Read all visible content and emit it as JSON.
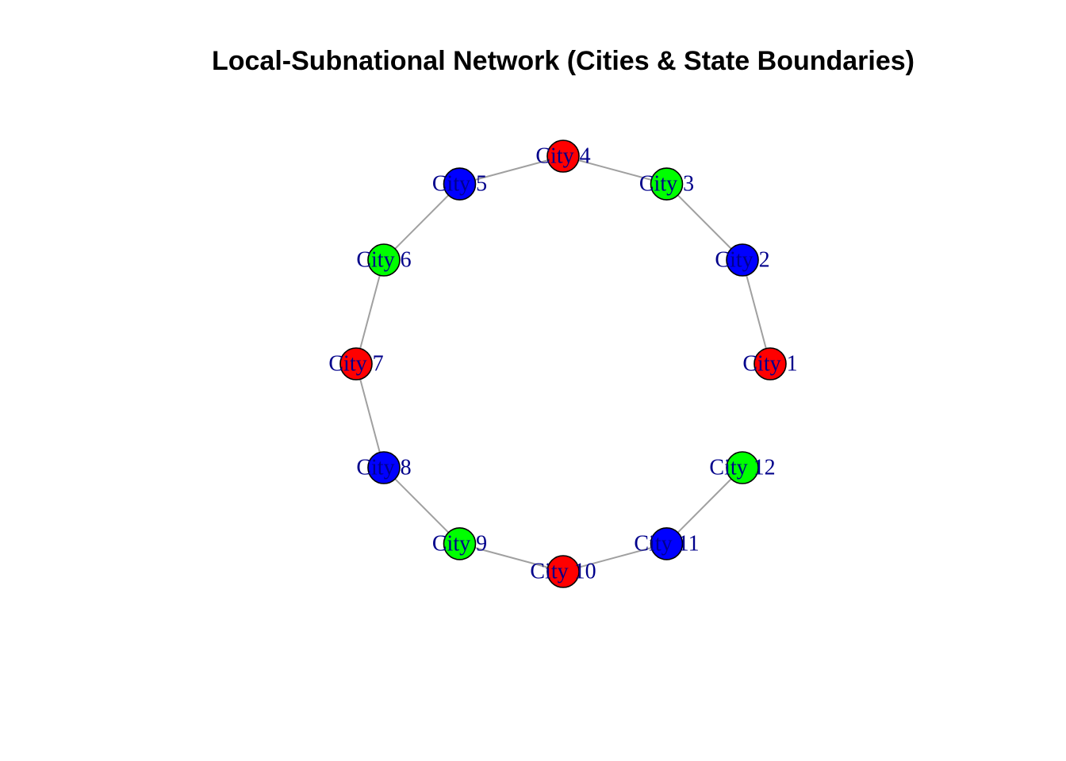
{
  "title": "Local-Subnational Network (Cities & State Boundaries)",
  "colors": {
    "red": "#ff0000",
    "blue": "#0000ff",
    "green": "#00ff00"
  },
  "nodes": [
    {
      "id": 1,
      "label": "City 1",
      "color": "red"
    },
    {
      "id": 2,
      "label": "City 2",
      "color": "blue"
    },
    {
      "id": 3,
      "label": "City 3",
      "color": "green"
    },
    {
      "id": 4,
      "label": "City 4",
      "color": "red"
    },
    {
      "id": 5,
      "label": "City 5",
      "color": "blue"
    },
    {
      "id": 6,
      "label": "City 6",
      "color": "green"
    },
    {
      "id": 7,
      "label": "City 7",
      "color": "red"
    },
    {
      "id": 8,
      "label": "City 8",
      "color": "blue"
    },
    {
      "id": 9,
      "label": "City 9",
      "color": "green"
    },
    {
      "id": 10,
      "label": "City 10",
      "color": "red"
    },
    {
      "id": 11,
      "label": "City 11",
      "color": "blue"
    },
    {
      "id": 12,
      "label": "City 12",
      "color": "green"
    }
  ],
  "edges": [
    [
      1,
      2
    ],
    [
      2,
      3
    ],
    [
      3,
      4
    ],
    [
      4,
      5
    ],
    [
      5,
      6
    ],
    [
      6,
      7
    ],
    [
      7,
      8
    ],
    [
      8,
      9
    ],
    [
      9,
      10
    ],
    [
      10,
      11
    ],
    [
      11,
      12
    ]
  ]
}
